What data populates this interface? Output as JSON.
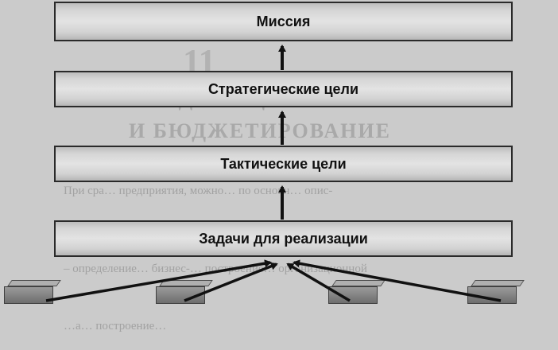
{
  "levels": {
    "mission": "Миссия",
    "strategic_goals": "Стратегические цели",
    "tactical_goals": "Тактические цели",
    "implementation_tasks": "Задачи для реализации"
  },
  "background_text": {
    "chapter_number": "11",
    "heading_1": "ЗАДАЧИ ЦЕЛИ",
    "heading_2": "И БЮДЖЕТИРОВАНИЕ",
    "line_1": "При сра… предприятия, можно… по основн… опис-",
    "line_2": "– определение… бизнес-… построение… организационной",
    "line_3": "…а… построение…"
  },
  "colors": {
    "box_border": "#2a2a2a",
    "arrow": "#111111",
    "background": "#cbcbcb"
  }
}
